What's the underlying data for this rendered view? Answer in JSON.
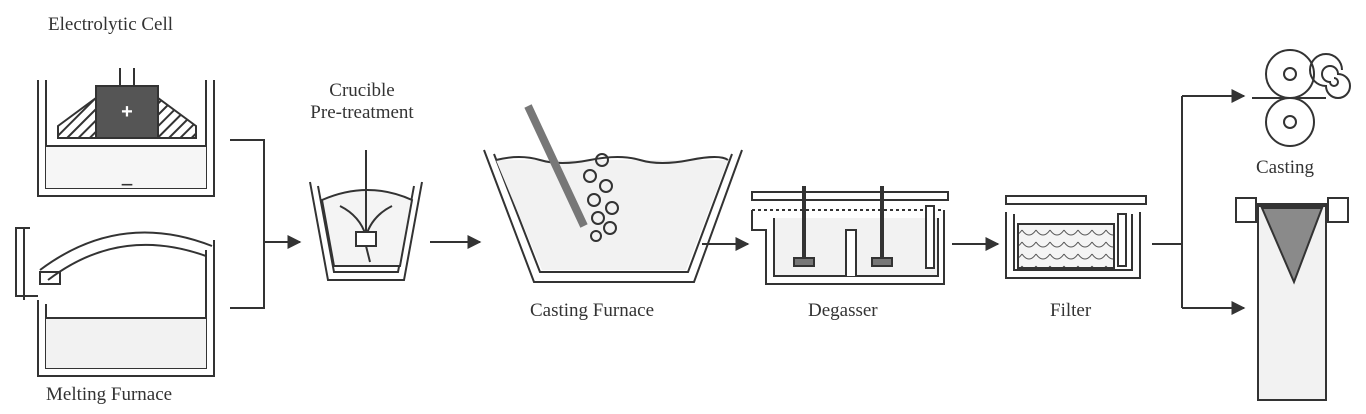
{
  "labels": {
    "electrolytic_cell": "Electrolytic Cell",
    "melting_furnace": "Melting Furnace",
    "crucible_line1": "Crucible",
    "crucible_line2": "Pre-treatment",
    "casting_furnace": "Casting Furnace",
    "degasser": "Degasser",
    "filter": "Filter",
    "casting": "Casting"
  },
  "symbols": {
    "anode": "+",
    "cathode": "−"
  },
  "colors": {
    "line": "#333333",
    "fill_light": "#f2f2f2",
    "fill_dark": "#555555",
    "ingot_fill": "#8a8a8a"
  }
}
